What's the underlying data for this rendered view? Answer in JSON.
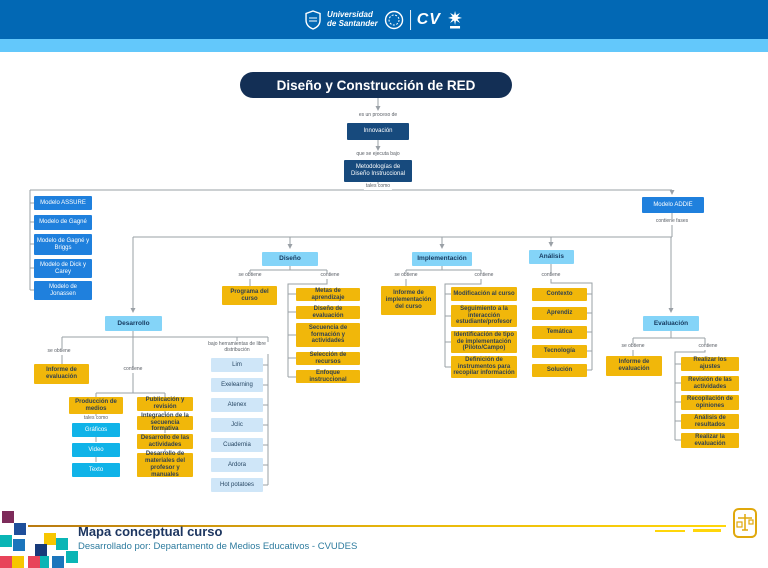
{
  "header": {
    "university_line1": "Universidad",
    "university_line2": "de Santander",
    "cv_logo": "CV"
  },
  "colors": {
    "header_blue": "#0268b4",
    "light_blue_bar": "#63c8fb",
    "title_navy": "#132f55",
    "process_navy": "#174a7d",
    "model_blue": "#1f80dd",
    "phase_sky": "#84d4f8",
    "task_yellow": "#f1b70a",
    "media_cyan": "#10b3e8",
    "tool_pale_blue": "#cfe6f8",
    "footer_gold": "#e8b80b"
  },
  "map": {
    "title": "Diseño y Construcción de RED",
    "labels": {
      "process": "es un proceso de",
      "under": "que se ejecuta bajo",
      "such_as": "tales como",
      "contains_phases": "contiene fases",
      "obtains": "se obtiene",
      "contains": "contiene",
      "tools_label": "bajo herramientas de libre distribución"
    },
    "innovation": "Innovación",
    "methodology": "Metodologías de Diseño Instruccional",
    "models": [
      "Modelo ASSURE",
      "Modelo de Gagné",
      "Modelo de Gagné y Briggs",
      "Modelo de Dick y Carey",
      "Modelo de Jonassen"
    ],
    "addie": "Modelo ADDIE",
    "phases": {
      "desarrollo": {
        "label": "Desarrollo",
        "obtains": "Informe de evaluación",
        "production": "Producción de medios",
        "media": [
          "Gráficos",
          "Video",
          "Texto"
        ],
        "right": [
          "Publicación y revisión",
          "Integración de la secuencia formativa",
          "Desarrollo de las actividades",
          "Desarrollo de materiales del profesor y manuales"
        ],
        "tools": [
          "Lim",
          "Exelearning",
          "Atenex",
          "Jclic",
          "Cuadernia",
          "Ardora",
          "Hot potatoes"
        ]
      },
      "diseno": {
        "label": "Diseño",
        "obtains": "Programa del curso",
        "contains": [
          "Metas de aprendizaje",
          "Diseño de evaluación",
          "Secuencia de formación y actividades",
          "Selección de recursos",
          "Enfoque instruccional"
        ]
      },
      "implementacion": {
        "label": "Implementación",
        "obtains": "Informe de implementación del curso",
        "contains": [
          "Modificación al curso",
          "Seguimiento a la interacción estudiante/profesor",
          "Identificación de tipo de implementación (Piloto/Campo)",
          "Definición de instrumentos para recopilar información"
        ]
      },
      "analisis": {
        "label": "Análisis",
        "contains": [
          "Contexto",
          "Aprendiz",
          "Temática",
          "Tecnología",
          "Solución"
        ]
      },
      "evaluacion": {
        "label": "Evaluación",
        "obtains": "Informe de evaluación",
        "contains": [
          "Realizar los ajustes",
          "Revisión de las actividades",
          "Recopilación de opiniones",
          "Análisis de resultados",
          "Realizar la evaluación"
        ]
      }
    }
  },
  "footer": {
    "title": "Mapa conceptual curso",
    "subtitle": "Desarrollado por: Departamento de Medios Educativos - CVUDES"
  }
}
